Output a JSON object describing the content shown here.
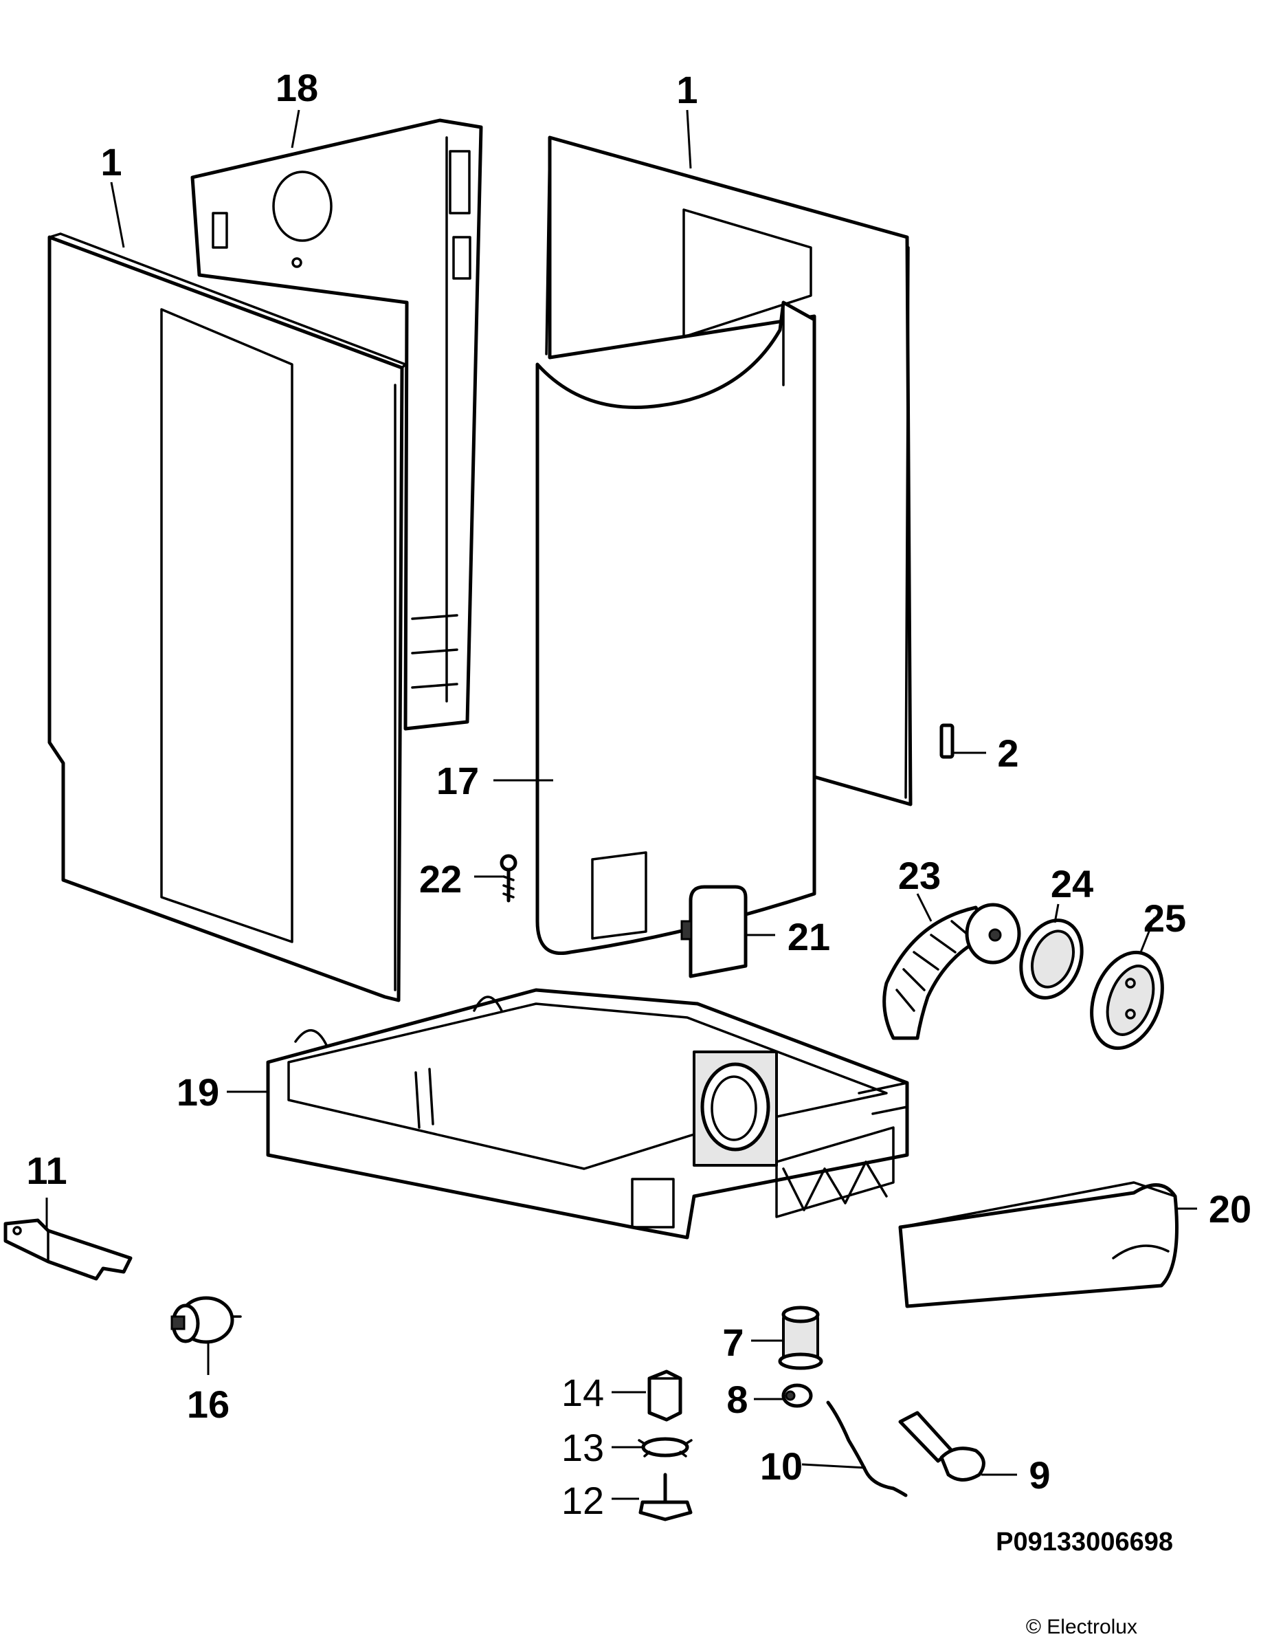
{
  "callouts": {
    "c1a": "1",
    "c1b": "1",
    "c2": "2",
    "c7": "7",
    "c8": "8",
    "c9": "9",
    "c10": "10",
    "c11": "11",
    "c12": "12",
    "c13": "13",
    "c14": "14",
    "c16": "16",
    "c17": "17",
    "c18": "18",
    "c19": "19",
    "c20": "20",
    "c21": "21",
    "c22": "22",
    "c23": "23",
    "c24": "24",
    "c25": "25"
  },
  "footer": {
    "doc_ref": "P09133006698",
    "copyright": "© Electrolux"
  }
}
